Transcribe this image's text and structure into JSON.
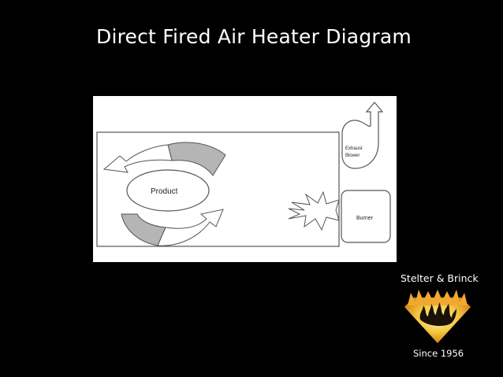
{
  "slide": {
    "title": "Direct Fired Air Heater Diagram"
  },
  "diagram": {
    "product_label": "Product",
    "exhaust_label_line1": "Exhaust",
    "exhaust_label_line2": "Blower",
    "burner_label": "Burner"
  },
  "branding": {
    "company_name": "Stelter & Brinck",
    "since_text": "Since 1956",
    "logo_icon": "flame-diamond-icon",
    "logo_colors": {
      "outer": "#e8a020",
      "inner": "#fff3a0",
      "flame": "#1a1208"
    }
  }
}
